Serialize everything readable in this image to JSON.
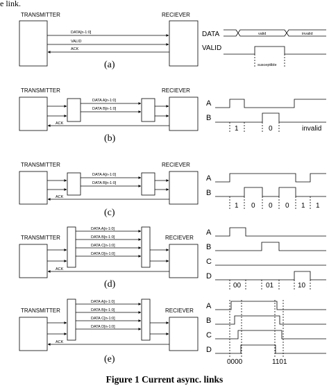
{
  "header_fragment": "e link.",
  "figure_title": "Figure 1 Current async. links",
  "a": {
    "tx": "TRANSMITTER",
    "rx": "RECIEVER",
    "sig": [
      "DATA[n-1:0]",
      "VALID",
      "ACK"
    ],
    "caption": "(a)",
    "wave": {
      "data": "DATA",
      "valid": "VALID",
      "seg1": "valid",
      "seg2": "invalid",
      "note": "susceptible"
    }
  },
  "b": {
    "tx": "TRANSMITTER",
    "rx": "RECIEVER",
    "sig": [
      "DATA A[n-1:0]",
      "DATA B[n-1:0]",
      "ACK"
    ],
    "caption": "(b)",
    "wave": {
      "A": "A",
      "B": "B",
      "vals": [
        "1",
        "0",
        "invalid"
      ]
    }
  },
  "c": {
    "tx": "TRANSMITTER",
    "rx": "RECIEVER",
    "sig": [
      "DATA A[n-1:0]",
      "DATA B[n-1:0]",
      "ACK"
    ],
    "caption": "(c)",
    "wave": {
      "A": "A",
      "B": "B",
      "vals": [
        "1",
        "0",
        "0",
        "0",
        "1",
        "1"
      ]
    }
  },
  "d": {
    "tx": "TRANSMITTER",
    "rx": "RECIEVER",
    "sig": [
      "DATA A[n-1:0]",
      "DATA B[n-1:0]",
      "DATA C[n-1:0]",
      "DATA D[n-1:0]",
      "ACK"
    ],
    "caption": "(d)",
    "wave": {
      "A": "A",
      "B": "B",
      "C": "C",
      "D": "D",
      "vals": [
        "00",
        "01",
        "10"
      ]
    }
  },
  "e": {
    "tx": "TRANSMITTER",
    "rx": "RECIEVER",
    "sig": [
      "DATA A[n-1:0]",
      "DATA B[n-1:0]",
      "DATA C[n-1:0]",
      "DATA D[n-1:0]",
      "ACK"
    ],
    "caption": "(e)",
    "wave": {
      "A": "A",
      "B": "B",
      "C": "C",
      "D": "D",
      "vals": [
        "0000",
        "1101"
      ]
    }
  }
}
